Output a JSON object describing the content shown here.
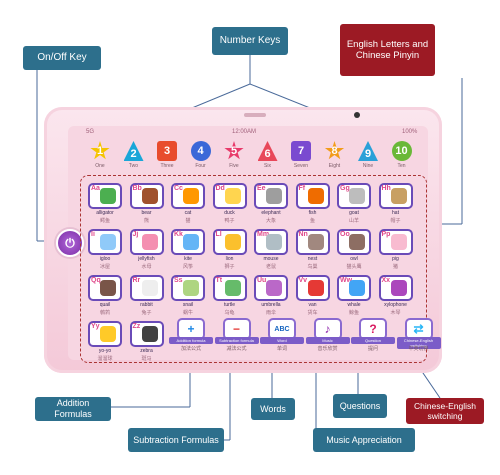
{
  "callouts": {
    "number_keys": "Number Keys",
    "onoff_key": "On/Off Key",
    "english_pinyin": "English Letters and Chinese Pinyin",
    "addition": "Addition Formulas",
    "subtraction": "Subtraction Formulas",
    "words": "Words",
    "questions": "Questions",
    "music": "Music Appreciation",
    "chinese_english": "Chinese-English switching"
  },
  "status_bar": {
    "signal": "5G",
    "time": "12:00AM",
    "battery": "100%"
  },
  "number_keys": [
    {
      "num": "1",
      "label": "One",
      "color": "#f5c400",
      "shape": "star"
    },
    {
      "num": "2",
      "label": "Two",
      "color": "#1aa6d8",
      "shape": "triangle"
    },
    {
      "num": "3",
      "label": "Three",
      "color": "#e84c2d",
      "shape": "square"
    },
    {
      "num": "4",
      "label": "Four",
      "color": "#3a68d8",
      "shape": "circle"
    },
    {
      "num": "5",
      "label": "Five",
      "color": "#e83a6a",
      "shape": "star"
    },
    {
      "num": "6",
      "label": "Six",
      "color": "#e8485a",
      "shape": "triangle"
    },
    {
      "num": "7",
      "label": "Seven",
      "color": "#7a4ad0",
      "shape": "square"
    },
    {
      "num": "8",
      "label": "Eight",
      "color": "#f29c1a",
      "shape": "star"
    },
    {
      "num": "9",
      "label": "Nine",
      "color": "#2aa0d8",
      "shape": "triangle"
    },
    {
      "num": "10",
      "label": "Ten",
      "color": "#6ab838",
      "shape": "circle"
    }
  ],
  "letter_tiles": [
    {
      "letter": "Aa",
      "word": "alligator",
      "pinyin": "鳄鱼",
      "color": "#4caf50"
    },
    {
      "letter": "Bb",
      "word": "bear",
      "pinyin": "熊",
      "color": "#a0522d"
    },
    {
      "letter": "Cc",
      "word": "cat",
      "pinyin": "猫",
      "color": "#ff9800"
    },
    {
      "letter": "Dd",
      "word": "duck",
      "pinyin": "鸭子",
      "color": "#ffd54f"
    },
    {
      "letter": "Ee",
      "word": "elephant",
      "pinyin": "大象",
      "color": "#9e9e9e"
    },
    {
      "letter": "Ff",
      "word": "fish",
      "pinyin": "鱼",
      "color": "#ef6c00"
    },
    {
      "letter": "Gg",
      "word": "goat",
      "pinyin": "山羊",
      "color": "#bdbdbd"
    },
    {
      "letter": "Hh",
      "word": "hat",
      "pinyin": "帽子",
      "color": "#c8a063"
    },
    {
      "letter": "Ii",
      "word": "igloo",
      "pinyin": "冰屋",
      "color": "#90caf9"
    },
    {
      "letter": "Jj",
      "word": "jellyfish",
      "pinyin": "水母",
      "color": "#f48fb1"
    },
    {
      "letter": "Kk",
      "word": "kite",
      "pinyin": "风筝",
      "color": "#64b5f6"
    },
    {
      "letter": "Ll",
      "word": "lion",
      "pinyin": "狮子",
      "color": "#fbc02d"
    },
    {
      "letter": "Mm",
      "word": "mouse",
      "pinyin": "老鼠",
      "color": "#b0bec5"
    },
    {
      "letter": "Nn",
      "word": "nest",
      "pinyin": "鸟巢",
      "color": "#a1887f"
    },
    {
      "letter": "Oo",
      "word": "owl",
      "pinyin": "猫头鹰",
      "color": "#8d6e63"
    },
    {
      "letter": "Pp",
      "word": "pig",
      "pinyin": "猪",
      "color": "#f8bbd0"
    },
    {
      "letter": "Qq",
      "word": "quail",
      "pinyin": "鹌鹑",
      "color": "#795548"
    },
    {
      "letter": "Rr",
      "word": "rabbit",
      "pinyin": "兔子",
      "color": "#eeeeee"
    },
    {
      "letter": "Ss",
      "word": "snail",
      "pinyin": "蜗牛",
      "color": "#aed581"
    },
    {
      "letter": "Tt",
      "word": "turtle",
      "pinyin": "乌龟",
      "color": "#66bb6a"
    },
    {
      "letter": "Uu",
      "word": "umbrella",
      "pinyin": "雨伞",
      "color": "#ba68c8"
    },
    {
      "letter": "Vv",
      "word": "van",
      "pinyin": "货车",
      "color": "#e53935"
    },
    {
      "letter": "Ww",
      "word": "whale",
      "pinyin": "鲸鱼",
      "color": "#42a5f5"
    },
    {
      "letter": "Xx",
      "word": "xylophone",
      "pinyin": "木琴",
      "color": "#ab47bc"
    },
    {
      "letter": "Yy",
      "word": "yo-yo",
      "pinyin": "溜溜球",
      "color": "#ffca28"
    },
    {
      "letter": "Zz",
      "word": "zebra",
      "pinyin": "斑马",
      "color": "#424242"
    }
  ],
  "function_buttons": [
    {
      "icon": "+",
      "label": "Addition formula",
      "pinyin": "加法公式",
      "icon_color": "#1e88e5"
    },
    {
      "icon": "−",
      "label": "Subtraction formula",
      "pinyin": "减法公式",
      "icon_color": "#e53935"
    },
    {
      "icon": "ABC",
      "label": "Word",
      "pinyin": "单词",
      "icon_color": "#1565c0"
    },
    {
      "icon": "♪",
      "label": "Music",
      "pinyin": "音乐欣赏",
      "icon_color": "#8e24aa"
    },
    {
      "icon": "?",
      "label": "Question",
      "pinyin": "提问",
      "icon_color": "#d81b60"
    },
    {
      "icon": "⇄",
      "label": "Chinese-English switching",
      "pinyin": "中英切换",
      "icon_color": "#29b6f6"
    }
  ],
  "onoff_symbol": "⏻",
  "colors": {
    "teal": "#2d6f8c",
    "maroon": "#9c1a24",
    "frame": "#f4c9d8",
    "accent": "#6a4bb8"
  }
}
